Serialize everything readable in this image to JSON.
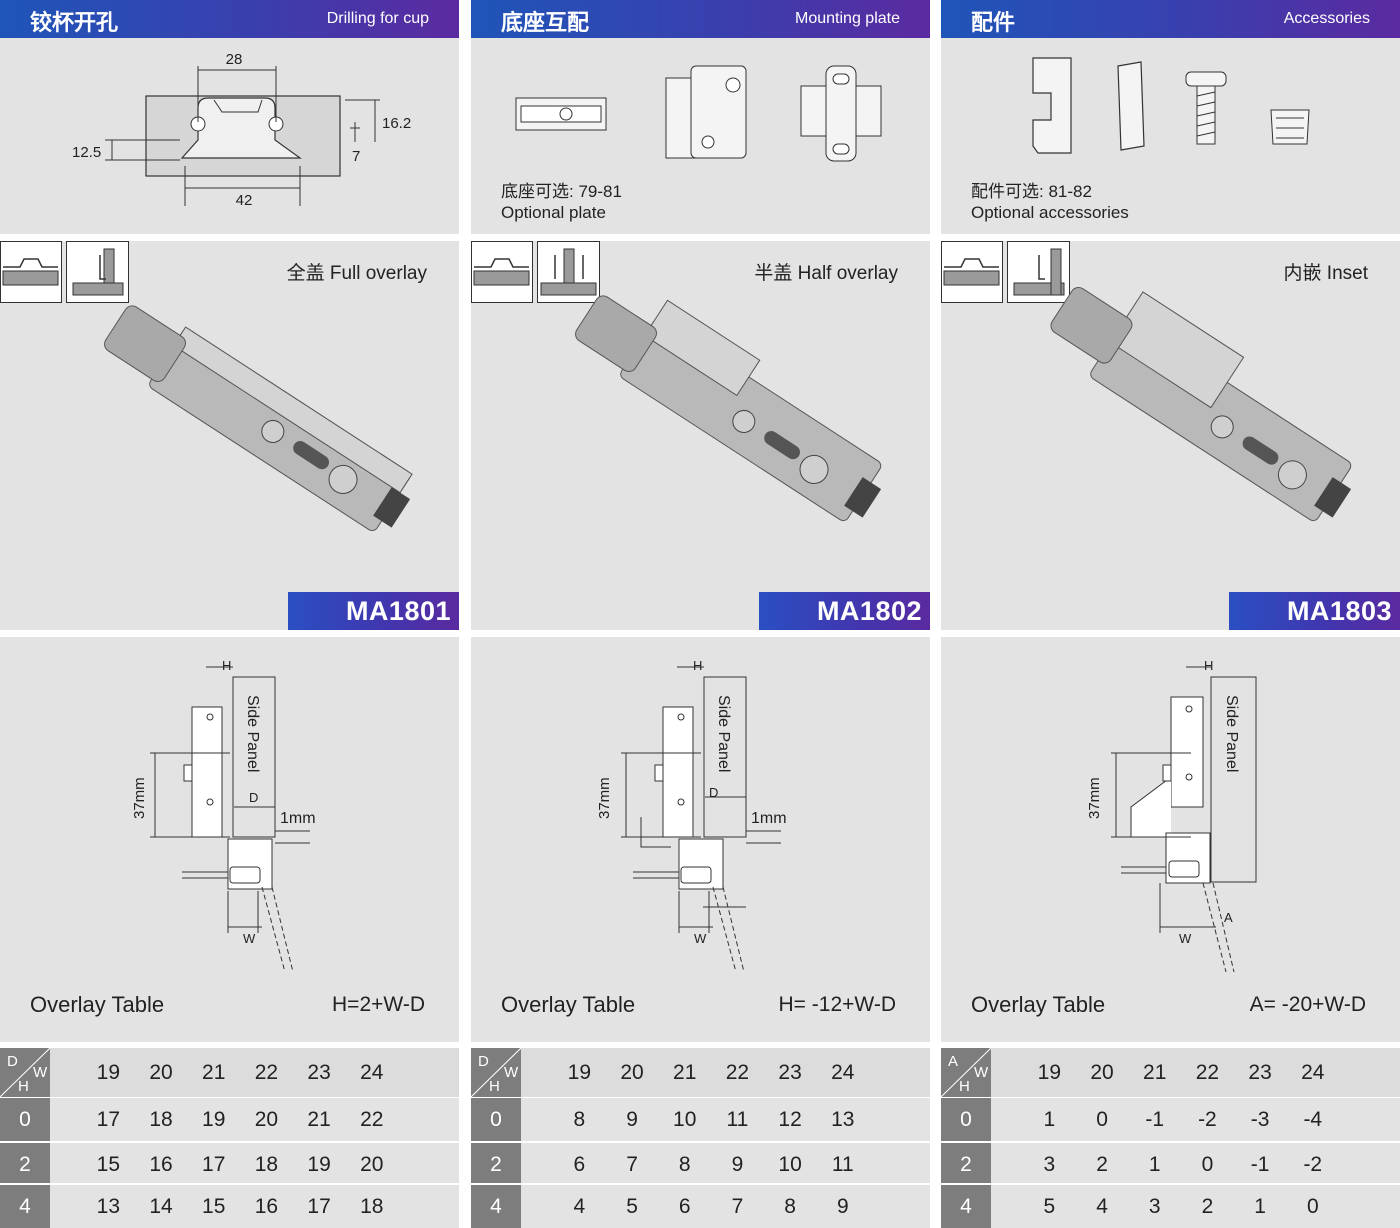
{
  "header_zh": [
    "铰杯开孔",
    "底座互配",
    "配件"
  ],
  "header_en": [
    "Drilling  for cup",
    "Mounting plate",
    "Accessories"
  ],
  "cup": {
    "d1": "28",
    "d2": "16.2",
    "d3": "12.5",
    "d4": "7",
    "d5": "42"
  },
  "plate_caption": {
    "zh": "底座可选: 79-81",
    "en": "Optional plate"
  },
  "acc_caption": {
    "zh": "配件可选: 81-82",
    "en": "Optional accessories"
  },
  "types": [
    "全盖 Full overlay",
    "半盖 Half overlay",
    "内嵌 Inset"
  ],
  "models": [
    "MA1801",
    "MA1802",
    "MA1803"
  ],
  "diagram": {
    "side_panel": "Side Panel",
    "h": "H",
    "d": "D",
    "w": "W",
    "a": "A",
    "depth": "37mm",
    "gap": "1mm"
  },
  "overlay_title": "Overlay Table",
  "formulas": [
    "H=2+W-D",
    "H= -12+W-D",
    "A= -20+W-D"
  ],
  "corner": [
    {
      "top": "D",
      "w": "W",
      "h": "H"
    },
    {
      "top": "D",
      "w": "W",
      "h": "H"
    },
    {
      "top": "A",
      "w": "W",
      "h": "H"
    }
  ],
  "tables": [
    {
      "w": [
        "19",
        "20",
        "21",
        "22",
        "23",
        "24"
      ],
      "rows": [
        {
          "h": "0",
          "v": [
            "17",
            "18",
            "19",
            "20",
            "21",
            "22"
          ]
        },
        {
          "h": "2",
          "v": [
            "15",
            "16",
            "17",
            "18",
            "19",
            "20"
          ]
        },
        {
          "h": "4",
          "v": [
            "13",
            "14",
            "15",
            "16",
            "17",
            "18"
          ]
        }
      ]
    },
    {
      "w": [
        "19",
        "20",
        "21",
        "22",
        "23",
        "24"
      ],
      "rows": [
        {
          "h": "0",
          "v": [
            "8",
            "9",
            "10",
            "11",
            "12",
            "13"
          ]
        },
        {
          "h": "2",
          "v": [
            "6",
            "7",
            "8",
            "9",
            "10",
            "11"
          ]
        },
        {
          "h": "4",
          "v": [
            "4",
            "5",
            "6",
            "7",
            "8",
            "9"
          ]
        }
      ]
    },
    {
      "w": [
        "19",
        "20",
        "21",
        "22",
        "23",
        "24"
      ],
      "rows": [
        {
          "h": "0",
          "v": [
            "1",
            "0",
            "-1",
            "-2",
            "-3",
            "-4"
          ]
        },
        {
          "h": "2",
          "v": [
            "3",
            "2",
            "1",
            "0",
            "-1",
            "-2"
          ]
        },
        {
          "h": "4",
          "v": [
            "5",
            "4",
            "3",
            "2",
            "1",
            "0"
          ]
        }
      ]
    }
  ]
}
